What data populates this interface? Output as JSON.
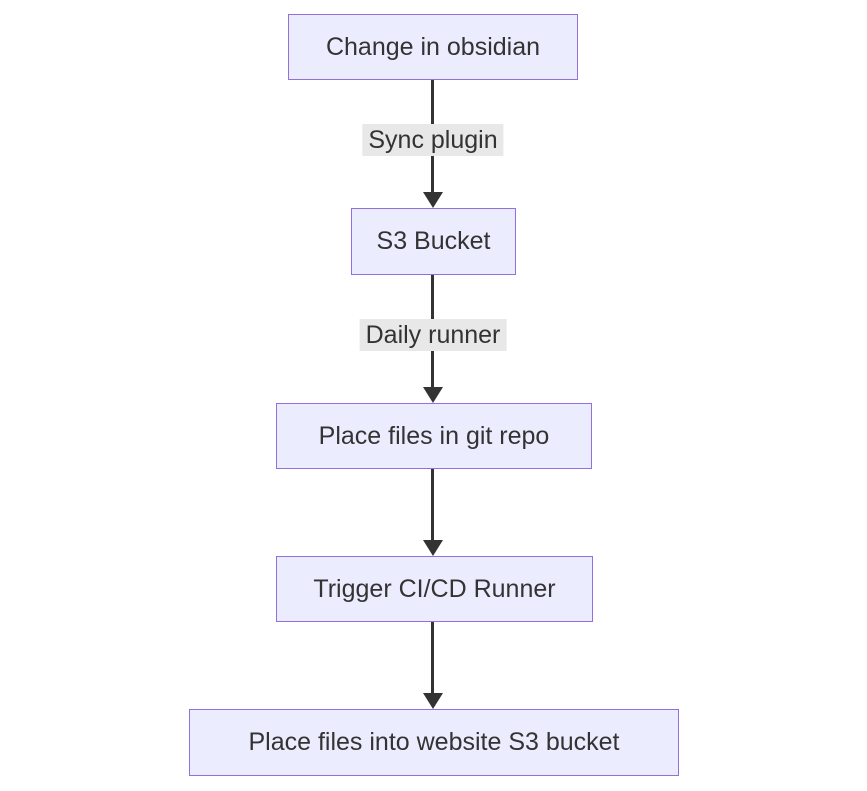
{
  "diagram": {
    "type": "flowchart",
    "direction": "top-down",
    "colors": {
      "background": "#ffffff",
      "node_fill": "#ECECFF",
      "node_border": "#9370DB",
      "text_color": "#333333",
      "arrow_color": "#333333",
      "edge_label_bg": "#e8e8e8"
    },
    "nodes": [
      {
        "id": "change-in-obsidian",
        "label": "Change in obsidian"
      },
      {
        "id": "s3-bucket",
        "label": "S3 Bucket"
      },
      {
        "id": "place-files-git",
        "label": "Place files in git repo"
      },
      {
        "id": "trigger-cicd",
        "label": "Trigger CI/CD Runner"
      },
      {
        "id": "place-files-website",
        "label": "Place files into website S3 bucket"
      }
    ],
    "edges": [
      {
        "from": "change-in-obsidian",
        "to": "s3-bucket",
        "label": "Sync plugin"
      },
      {
        "from": "s3-bucket",
        "to": "place-files-git",
        "label": "Daily runner"
      },
      {
        "from": "place-files-git",
        "to": "trigger-cicd",
        "label": ""
      },
      {
        "from": "trigger-cicd",
        "to": "place-files-website",
        "label": ""
      }
    ]
  }
}
